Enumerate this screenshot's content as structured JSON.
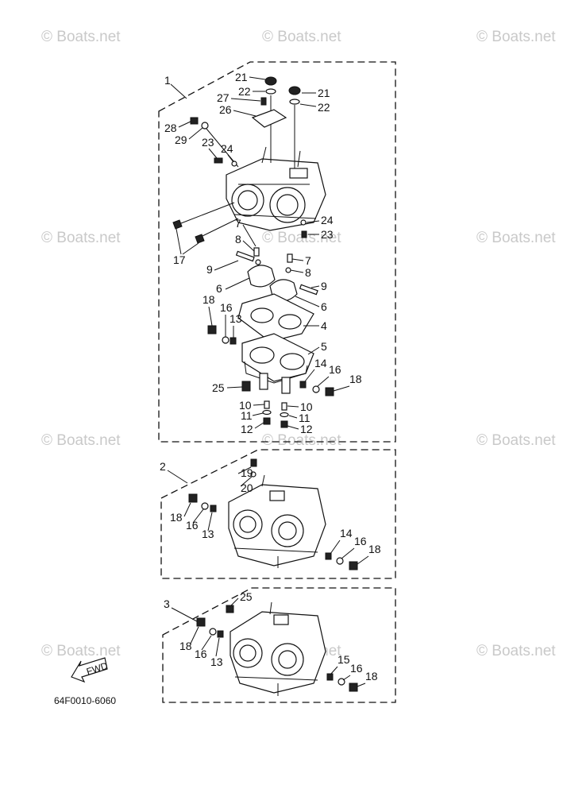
{
  "watermark": "© Boats.net",
  "diagram_code": "64F0010-6060",
  "fwd_label": "FWD",
  "assembly_numbers": [
    "1",
    "2",
    "3"
  ],
  "parts": {
    "n21": "21",
    "n22": "22",
    "n23": "23",
    "n24": "24",
    "n25": "25",
    "n26": "26",
    "n27": "27",
    "n28": "28",
    "n29": "29",
    "n17": "17",
    "n7": "7",
    "n8": "8",
    "n9": "9",
    "n6": "6",
    "n4": "4",
    "n5": "5",
    "n18": "18",
    "n16": "16",
    "n13": "13",
    "n14": "14",
    "n10": "10",
    "n11": "11",
    "n12": "12",
    "n19": "19",
    "n20": "20",
    "n15": "15"
  }
}
